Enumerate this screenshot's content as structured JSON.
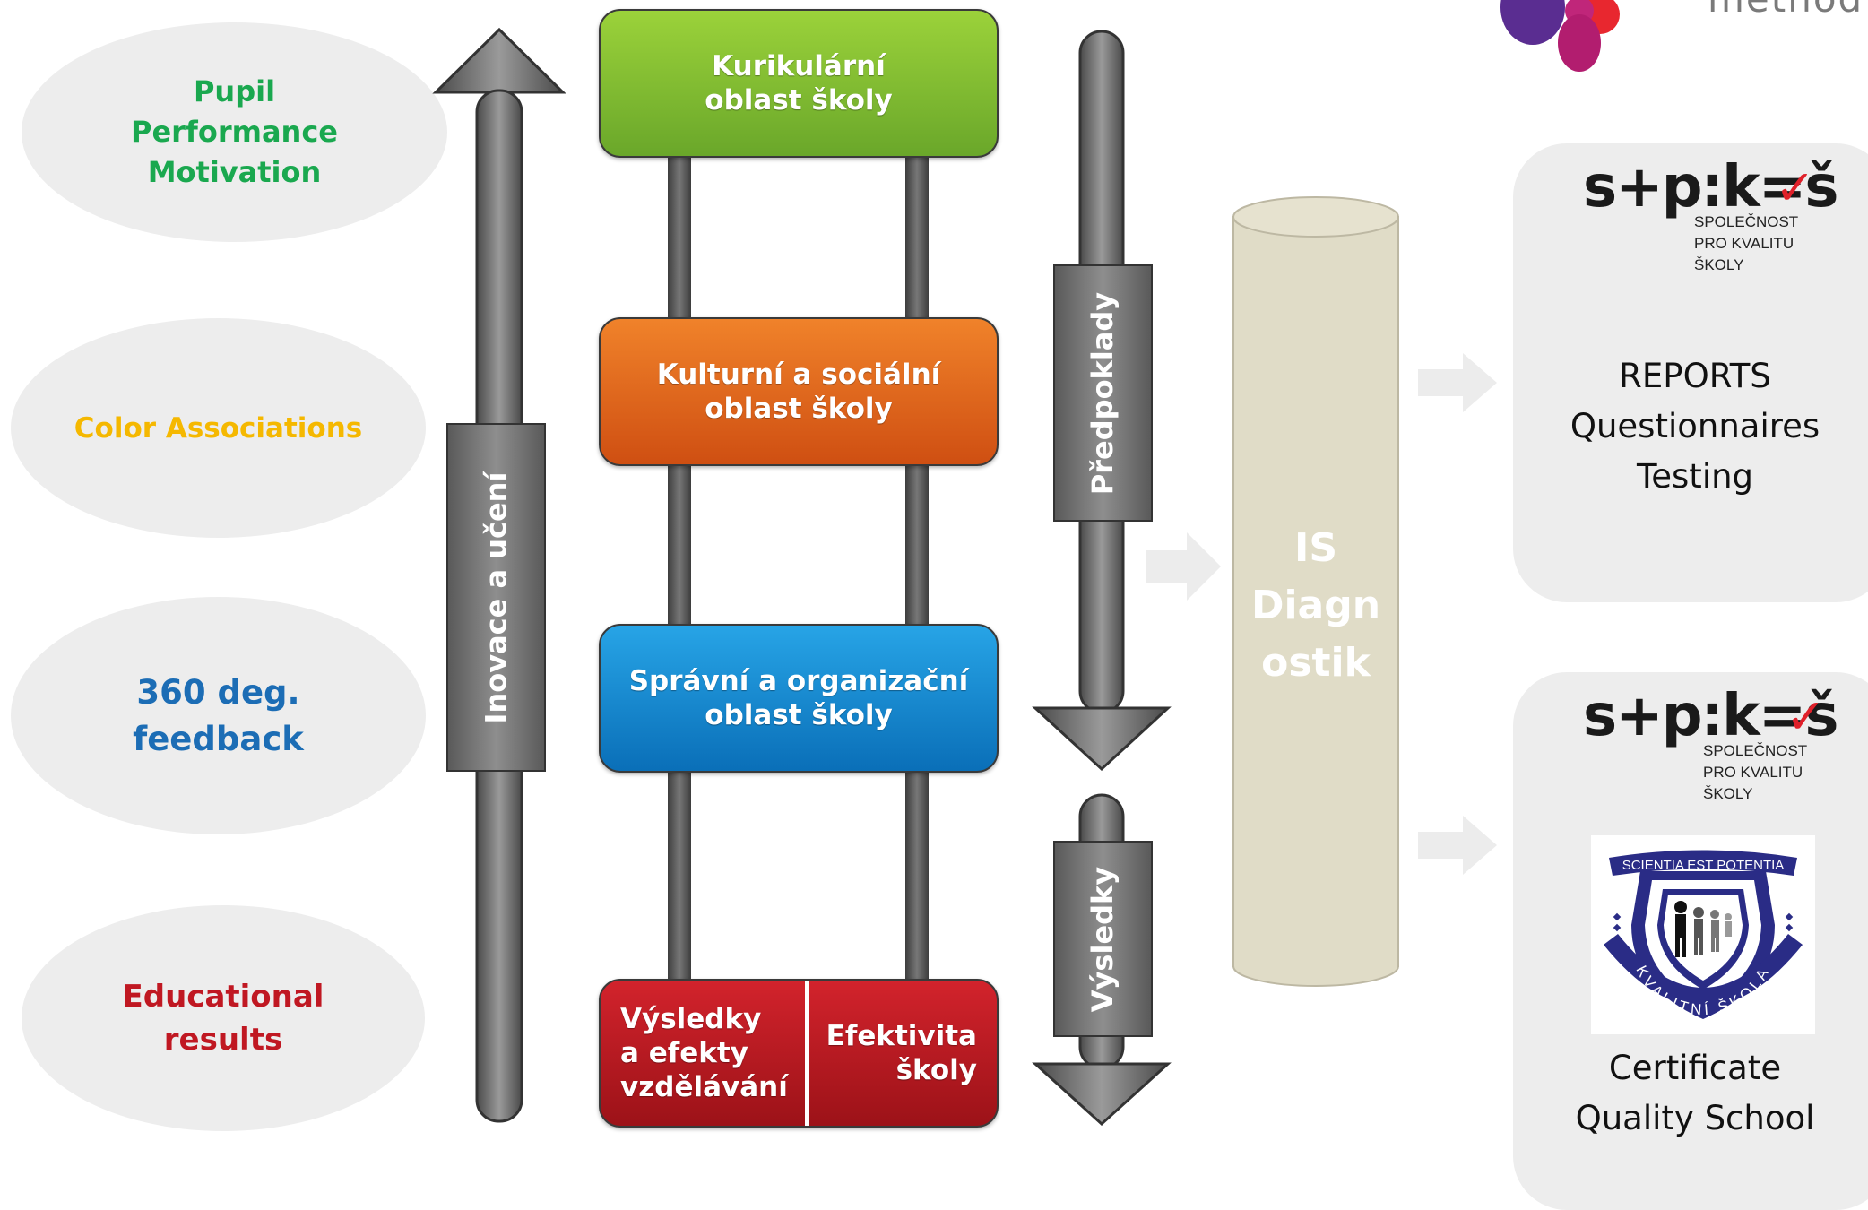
{
  "left_items": [
    {
      "text": "Pupil\nPerformance\nMotivation",
      "color": "#1aa84f"
    },
    {
      "text": "Color Associations",
      "color": "#f5b800"
    },
    {
      "text": "360 deg.\nfeedback",
      "color": "#1c6db5"
    },
    {
      "text": "Educational\nresults",
      "color": "#c01822"
    }
  ],
  "up_arrow_label": "Inovace a učení",
  "areas": {
    "curricular": "Kurikulární\noblast školy",
    "cultural": "Kulturní a sociální\noblast školy",
    "admin": "Správní a organizační\noblast školy",
    "results_left": "Výsledky\na efekty\nvzdělávání",
    "results_right": "Efektivita\nškoly"
  },
  "down_labels": {
    "preconditions": "Předpoklady",
    "results": "Výsledky"
  },
  "is_diagnostik": "IS\nDiagn\nostik",
  "brand_partial": "method",
  "spkks": {
    "wordmark": "s+p:k=š",
    "check": "✓",
    "subtitle": "SPOLEČNOST\nPRO KVALITU\nŠKOLY"
  },
  "reports_card": "REPORTS\nQuestionnaires\nTesting",
  "certificate_card": "Certificate\nQuality School",
  "seal": {
    "top_text": "SCIENTIA EST POTENTIA",
    "bottom_text": "KVALITNÍ ŠKOLA"
  }
}
